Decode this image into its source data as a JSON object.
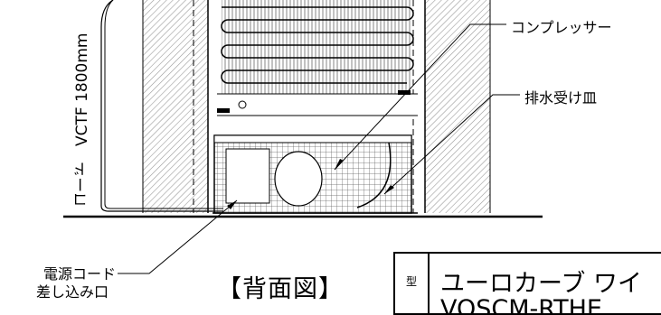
{
  "labels": {
    "compressor": "コンプレッサー",
    "drain_pan": "排水受け皿",
    "cord_vertical": "コード　VCTF 1800mm",
    "inlet_line1": "電源コード",
    "inlet_line2": "差し込み口",
    "view_title": "【背面図】"
  },
  "title_block": {
    "type_label": "型",
    "product_name": "ユーロカーブ ワイ",
    "model": "VOSCM-RTHE"
  }
}
